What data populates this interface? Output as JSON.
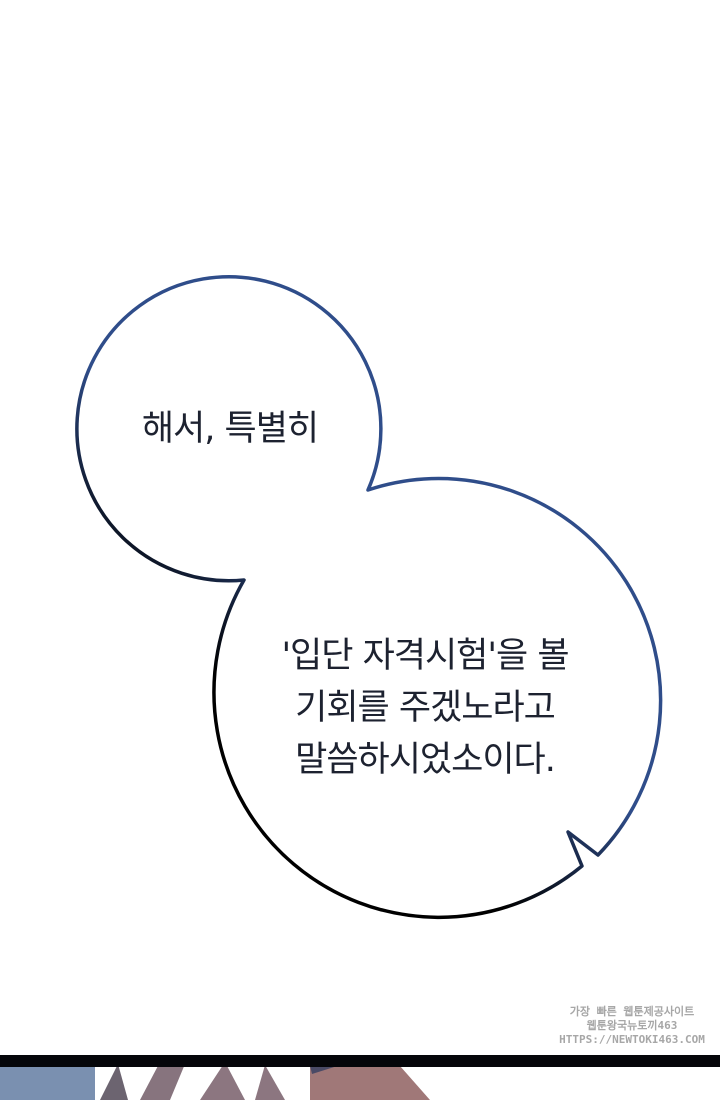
{
  "bubble_top": {
    "text": "해서, 특별히"
  },
  "bubble_bottom": {
    "lines": [
      "'입단 자격시험'을 볼",
      "기회를 주겠노라고",
      "말씀하시었소이다."
    ]
  },
  "watermark": {
    "lines": [
      "가장 빠른 웹툰제공사이트",
      "웹툰왕국뉴토끼463",
      "HTTPS://NEWTOKI463.COM"
    ]
  },
  "colors": {
    "outline_top": "#2f4d8a",
    "outline_bottom": "#000000",
    "text": "#1d2230"
  }
}
